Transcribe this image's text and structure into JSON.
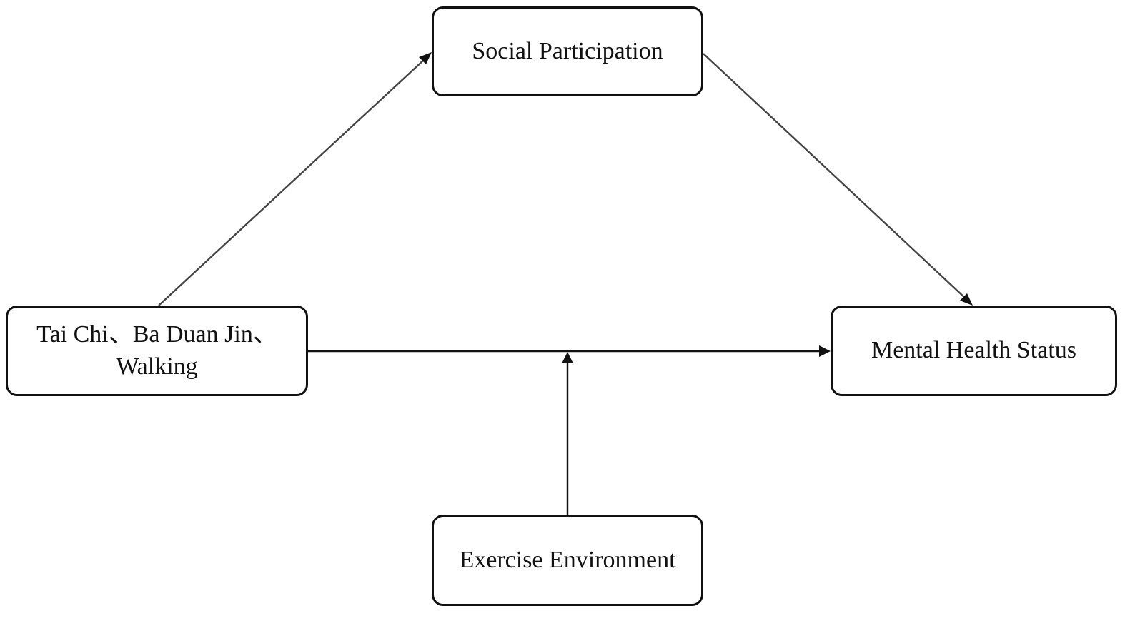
{
  "nodes": {
    "social_participation": "Social Participation",
    "exercise_types": {
      "line1": "Tai Chi、Ba Duan Jin、",
      "line2": "Walking"
    },
    "mental_health": "Mental Health Status",
    "exercise_environment": "Exercise Environment"
  },
  "edges": [
    {
      "from": "exercise_types",
      "to": "social_participation",
      "kind": "arrow"
    },
    {
      "from": "social_participation",
      "to": "mental_health",
      "kind": "arrow"
    },
    {
      "from": "exercise_types",
      "to": "mental_health",
      "kind": "arrow"
    },
    {
      "from": "exercise_environment",
      "to": "exercise_types→mental_health path",
      "kind": "moderation-arrow"
    }
  ],
  "colors": {
    "stroke": "#111111",
    "diagonal_stroke": "#444444",
    "background": "#ffffff"
  }
}
